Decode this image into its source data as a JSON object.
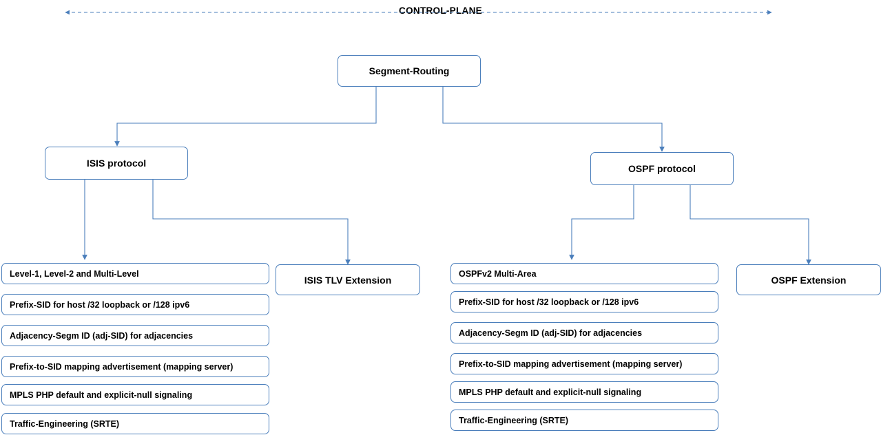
{
  "diagram": {
    "title": "CONTROL-PLANE",
    "accent_color": "#4a7ebb",
    "root": {
      "label": "Segment-Routing"
    },
    "branches": [
      {
        "label": "ISIS protocol"
      },
      {
        "label": "OSPF protocol"
      }
    ],
    "extensions": [
      {
        "label": "ISIS TLV Extension"
      },
      {
        "label": "OSPF Extension"
      }
    ],
    "isis_features": [
      "Level-1, Level-2 and Multi-Level",
      "Prefix-SID for host /32 loopback or /128 ipv6",
      "Adjacency-Segm ID (adj-SID) for adjacencies",
      "Prefix-to-SID mapping advertisement (mapping server)",
      "MPLS PHP default and explicit-null signaling",
      "Traffic-Engineering (SRTE)"
    ],
    "ospf_features": [
      "OSPFv2 Multi-Area",
      "Prefix-SID for host /32 loopback or /128 ipv6",
      "Adjacency-Segm ID (adj-SID) for adjacencies",
      "Prefix-to-SID mapping advertisement (mapping server)",
      "MPLS PHP default and explicit-null signaling",
      "Traffic-Engineering (SRTE)"
    ]
  }
}
